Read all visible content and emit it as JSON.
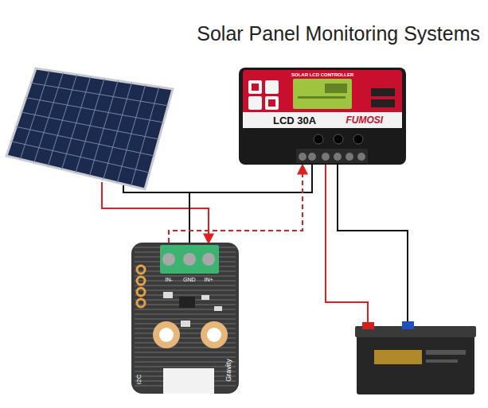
{
  "diagram": {
    "title": "Solar Panel Monitoring Systems",
    "nodes": [
      {
        "text": [
          "SOLAR LCD CONTROLLER",
          "LCD 30A",
          "FUMOSI"
        ]
      },
      {
        "text": [
          "IN-",
          "GND",
          "IN+",
          "Gravity",
          "I2C"
        ]
      }
    ],
    "edges": [
      {
        "from": 1,
        "to": 0,
        "arrow": "to"
      }
    ]
  }
}
